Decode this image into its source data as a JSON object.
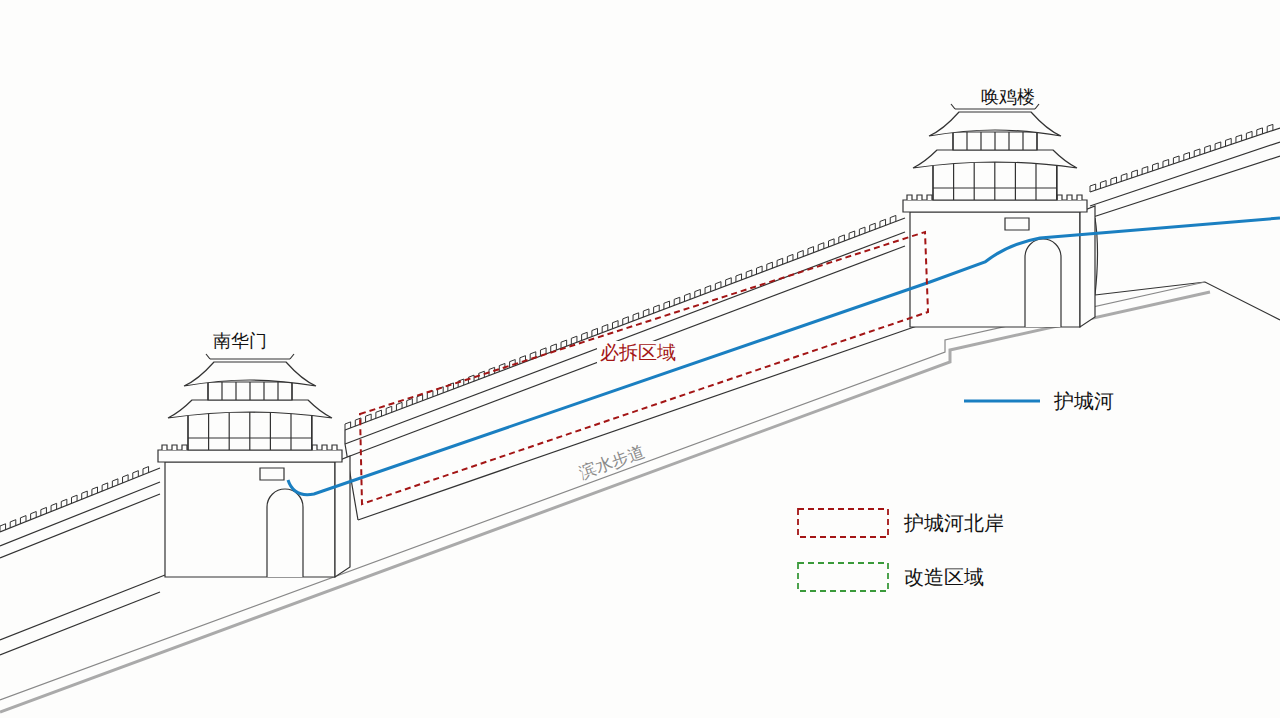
{
  "diagram": {
    "nodes": [
      {
        "text": [
          "必拆区域"
        ]
      }
    ],
    "labels": [
      "南华门",
      "唤鸡楼",
      "滨水步道"
    ],
    "legend": [
      {
        "text": "护城河"
      },
      {
        "text": "护城河北岸"
      },
      {
        "text": "改造区域"
      }
    ]
  }
}
